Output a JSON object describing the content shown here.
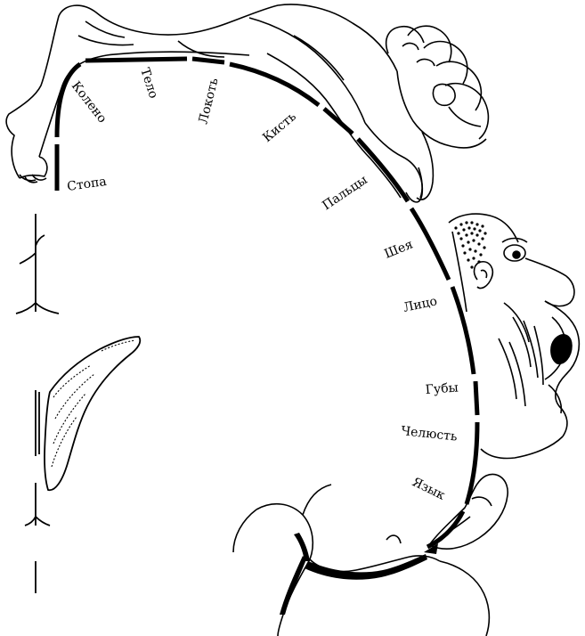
{
  "diagram": {
    "labels": {
      "foot": "Стопа",
      "knee": "Колено",
      "body": "Тело",
      "elbow": "Локоть",
      "hand": "Кисть",
      "fingers": "Пальцы",
      "neck": "Шея",
      "face": "Лицо",
      "lips": "Губы",
      "jaw": "Челюсть",
      "tongue": "Язык"
    }
  }
}
